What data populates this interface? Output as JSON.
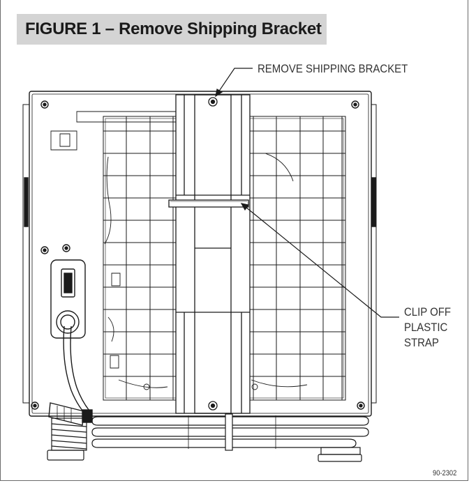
{
  "figure": {
    "title": "FIGURE 1 – Remove Shipping Bracket",
    "figure_number": "90-2302"
  },
  "callouts": {
    "remove_bracket": "REMOVE SHIPPING BRACKET",
    "clip_strap_line1": "CLIP OFF",
    "clip_strap_line2": "PLASTIC",
    "clip_strap_line3": "STRAP"
  },
  "colors": {
    "title_bg": "#d4d4d4",
    "line": "#1a1a1a",
    "text": "#333333"
  }
}
